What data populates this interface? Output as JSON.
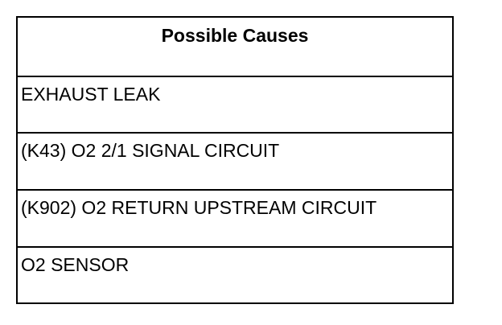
{
  "table": {
    "header": "Possible Causes",
    "rows": [
      "EXHAUST LEAK",
      "(K43) O2 2/1 SIGNAL CIRCUIT",
      "(K902) O2 RETURN UPSTREAM CIRCUIT",
      "O2 SENSOR"
    ]
  }
}
